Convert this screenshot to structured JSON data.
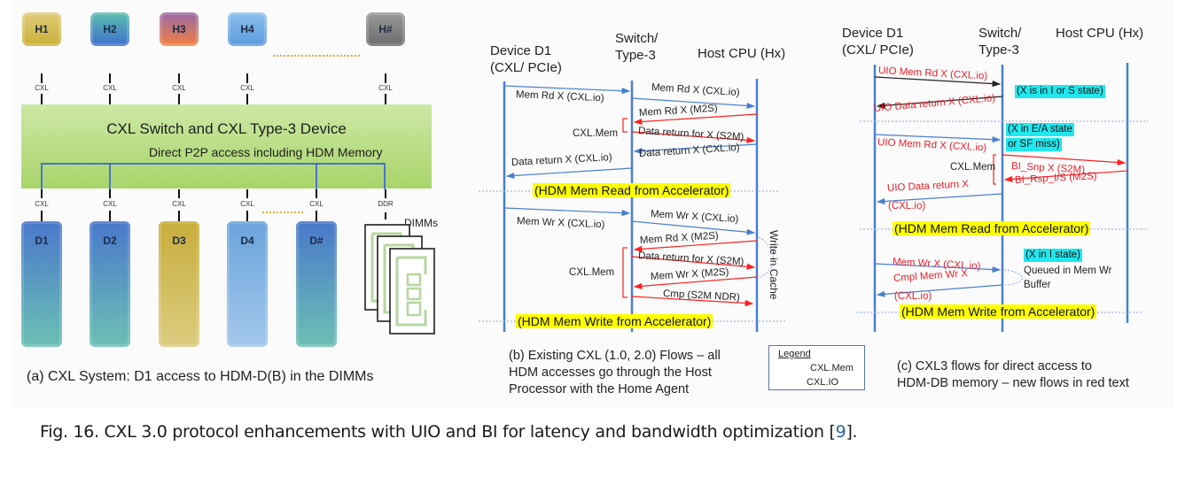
{
  "panel_a": {
    "hosts": [
      {
        "label": "H1",
        "color_top": "#e0cc7a",
        "color_bottom": "#cbb038"
      },
      {
        "label": "H2",
        "color_top": "#5cc0b0",
        "color_bottom": "#3f6fcc"
      },
      {
        "label": "H3",
        "color_top": "#9a6aa8",
        "color_bottom": "#f08040"
      },
      {
        "label": "H4",
        "color_top": "#8cc0ec",
        "color_bottom": "#5a9ade"
      },
      {
        "label": "H#",
        "color_top": "#9a9a9a",
        "color_bottom": "#6c6c6c"
      }
    ],
    "host_link_label": "CXL",
    "banner_title": "CXL Switch and CXL Type-3 Device",
    "banner_subtitle": "Direct P2P access including HDM Memory",
    "banner_color": "#b6dc7e",
    "devices": [
      {
        "label": "D1",
        "color_top": "#4a78cc",
        "color_bottom": "#6cc0b4"
      },
      {
        "label": "D2",
        "color_top": "#4a78cc",
        "color_bottom": "#6cc0b4"
      },
      {
        "label": "D3",
        "color_top": "#c8ae3c",
        "color_bottom": "#dccc80"
      },
      {
        "label": "D4",
        "color_top": "#6aa4dc",
        "color_bottom": "#a4c8ec"
      },
      {
        "label": "D#",
        "color_top": "#4a78cc",
        "color_bottom": "#6cc0b4"
      }
    ],
    "device_link_labels": [
      "CXL",
      "CXL",
      "CXL",
      "CXL",
      "CXL",
      "DDR"
    ],
    "dimms_label": "DIMMs",
    "caption": "(a) CXL System: D1 access to HDM-D(B) in the DIMMs"
  },
  "panel_b": {
    "headers": {
      "device": "Device D1\n(CXL/ PCIe)",
      "switch": "Switch/\nType-3",
      "host": "Host CPU (Hx)"
    },
    "messages": [
      {
        "text": "Mem Rd X (CXL.io)",
        "type": "CXL.IO"
      },
      {
        "text": "Mem Rd X (CXL.io)",
        "type": "CXL.IO"
      },
      {
        "text": "Mem Rd X (M2S)",
        "type": "CXL.Mem"
      },
      {
        "text": "Data return for X (S2M)",
        "type": "CXL.Mem"
      },
      {
        "text": "Data return X (CXL.io)",
        "type": "CXL.IO"
      },
      {
        "text": "Data return X (CXL.io)",
        "type": "CXL.IO"
      },
      {
        "text": "Mem Wr X (CXL.io)",
        "type": "CXL.IO"
      },
      {
        "text": "Mem Wr X (CXL.io)",
        "type": "CXL.IO"
      },
      {
        "text": "Mem Rd X (M2S)",
        "type": "CXL.Mem"
      },
      {
        "text": "Data return for X (S2M)",
        "type": "CXL.Mem"
      },
      {
        "text": "Mem Wr X  (M2S)",
        "type": "CXL.Mem"
      },
      {
        "text": "Cmp (S2M NDR)",
        "type": "CXL.Mem"
      }
    ],
    "bracket_label_1": "CXL.Mem",
    "bracket_label_2": "CXL.Mem",
    "write_in_cache": "Write in Cache",
    "read_banner": "(HDM Mem Read from Accelerator)",
    "write_banner": "(HDM Mem Write from Accelerator)",
    "caption_lines": [
      "(b) Existing CXL (1.0, 2.0) Flows – all",
      "HDM accesses go through the Host",
      "Processor with the Home Agent"
    ]
  },
  "legend": {
    "title": "Legend",
    "items": [
      {
        "label": "CXL.Mem",
        "color": "#ff2020"
      },
      {
        "label": "CXL.IO",
        "color": "#4a7fd0"
      }
    ]
  },
  "panel_c": {
    "headers": {
      "device": "Device D1\n(CXL/ PCIe)",
      "switch": "Switch/\nType-3",
      "host": "Host CPU (Hx)"
    },
    "messages": [
      {
        "text": "UIO Mem Rd X (CXL.io)",
        "type": "new"
      },
      {
        "text": "UIO Data return X (CXL.io)",
        "type": "new"
      },
      {
        "text": "UIO Mem Rd X (CXL.io)",
        "type": "new"
      },
      {
        "text": "BI_Snp X (S2M)",
        "type": "new"
      },
      {
        "text": "BI_Rsp_I/S (M2S)",
        "type": "new"
      },
      {
        "text": "UIO Data return X",
        "type": "new"
      },
      {
        "text": "(CXL.io)",
        "type": "new"
      },
      {
        "text": "Mem Wr X (CXL.io)",
        "type": "new"
      },
      {
        "text": "Cmpl Mem Wr X",
        "type": "new"
      },
      {
        "text": "(CXL.io)",
        "type": "new"
      }
    ],
    "states": [
      "(X is in I or S state)",
      "(X in E/A state",
      "or SF miss)",
      "(X in I state)"
    ],
    "bracket_label": "CXL.Mem",
    "queued_note_lines": [
      "Queued in Mem Wr",
      "Buffer"
    ],
    "read_banner": "(HDM Mem Read from Accelerator)",
    "write_banner": "(HDM Mem Write from Accelerator)",
    "caption_lines": [
      "(c) CXL3 flows for direct access to",
      "HDM-DB memory – new flows in red text"
    ]
  },
  "figure_caption": {
    "text": "Fig. 16.  CXL 3.0 protocol enhancements with UIO and BI for latency and bandwidth optimization [",
    "ref": "9",
    "suffix": "]."
  },
  "colors": {
    "cxl_mem": "#ff2020",
    "cxl_io": "#4a7fd0",
    "lifeline": "#4a7fd0",
    "highlight_yellow": "#ffff00",
    "highlight_cyan": "#1fe8ee",
    "new_flow_text": "#e8202a"
  }
}
